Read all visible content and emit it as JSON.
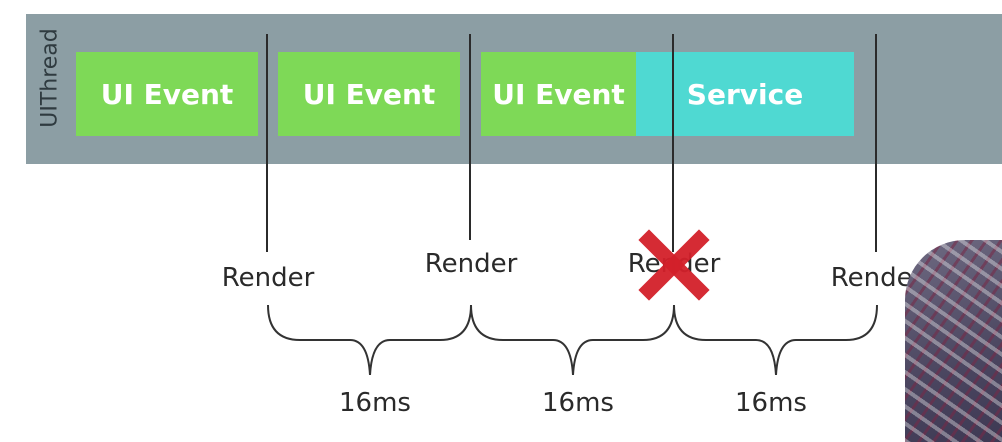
{
  "thread": {
    "label": "UIThread"
  },
  "blocks": [
    {
      "label": "UI Event",
      "kind": "ui-event"
    },
    {
      "label": "UI Event",
      "kind": "ui-event"
    },
    {
      "label": "UI Event",
      "kind": "ui-event"
    },
    {
      "label": "Service",
      "kind": "service"
    }
  ],
  "renders": [
    {
      "label": "Render",
      "dropped": false
    },
    {
      "label": "Render",
      "dropped": false
    },
    {
      "label": "Render",
      "dropped": true
    },
    {
      "label": "Render",
      "dropped": false
    }
  ],
  "intervals": [
    {
      "label": "16ms"
    },
    {
      "label": "16ms"
    },
    {
      "label": "16ms"
    }
  ],
  "colors": {
    "thread_band": "#8c9ea4",
    "ui_event": "#7ed957",
    "service": "#4fd9d2",
    "dropped_mark": "#d3202a"
  }
}
